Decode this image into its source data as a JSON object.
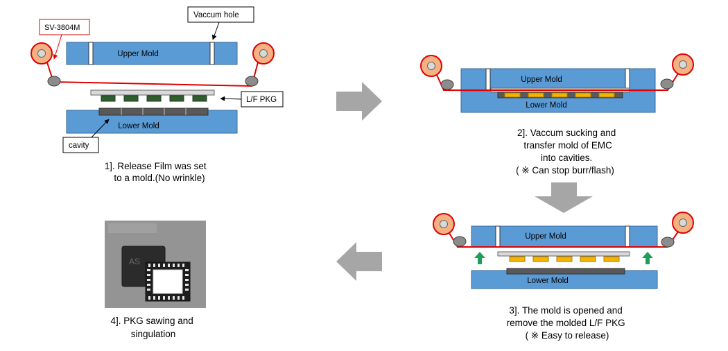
{
  "colors": {
    "mold": "#5b9bd5",
    "mold_edge": "#3a6a9a",
    "film": "#e00000",
    "chip": "#2e5d2e",
    "emc": "#f4b400",
    "frame": "#595959",
    "arrow": "#a6a6a6",
    "up_arrow": "#1f9e5a"
  },
  "step1": {
    "callout_film": "SV-3804M",
    "callout_vacuum": "Vaccum hole",
    "upper_mold": "Upper Mold",
    "lower_mold": "Lower Mold",
    "callout_pkg": "L/F PKG",
    "callout_cavity": "cavity",
    "caption": [
      "1]. Release Film was set",
      "to a mold.(No wrinkle)"
    ]
  },
  "step2": {
    "upper_mold": "Upper Mold",
    "lower_mold": "Lower Mold",
    "caption": [
      "2]. Vaccum sucking and",
      "transfer mold of EMC",
      "into cavities.",
      "( ※ Can stop burr/flash)"
    ]
  },
  "step3": {
    "upper_mold": "Upper Mold",
    "lower_mold": "Lower Mold",
    "caption": [
      "3]. The mold is opened and",
      "remove the molded L/F PKG",
      "( ※ Easy to release)"
    ]
  },
  "step4": {
    "photo_icon": "qfn-package-photo",
    "chip_marking": "AS",
    "caption": [
      "4]. PKG sawing and",
      "singulation"
    ]
  },
  "arrows": [
    "right-arrow-icon",
    "down-arrow-icon",
    "left-arrow-icon"
  ]
}
